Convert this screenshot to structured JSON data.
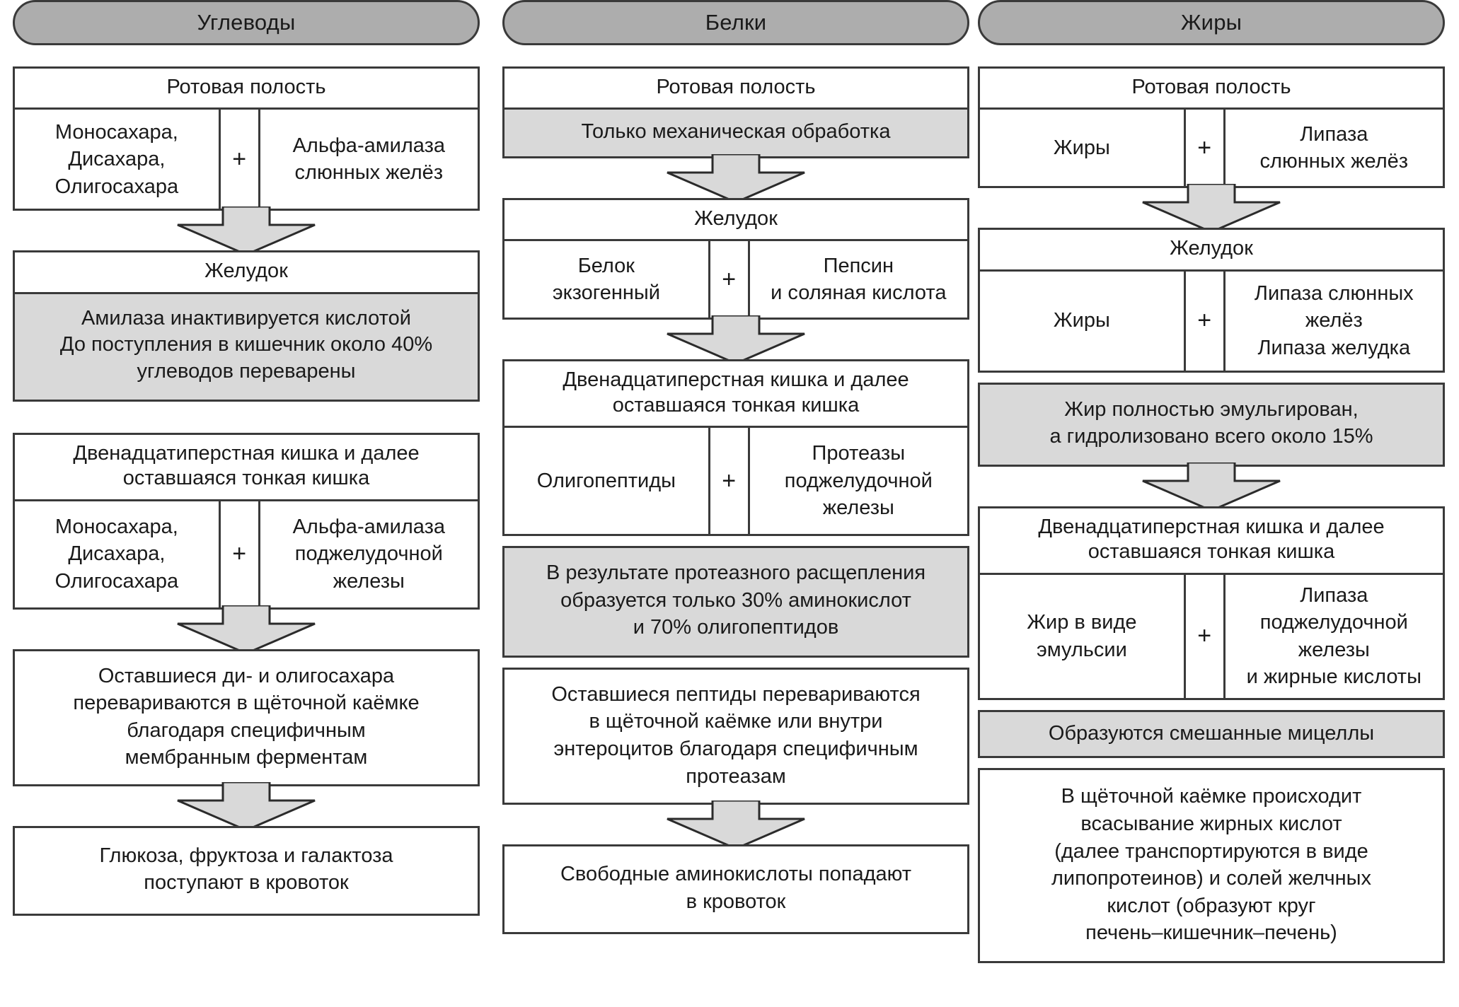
{
  "diagram": {
    "title_carbs": "Углеводы",
    "title_proteins": "Белки",
    "title_fats": "Жиры",
    "plus": "+",
    "arrow_icon": "down-block-arrow"
  },
  "carbs": {
    "mouth_header": "Ротовая полость",
    "mouth_substrate": "Моносахара,\nДисахара,\nОлигосахара",
    "mouth_enzyme": "Альфа-амилаза\nслюнных желёз",
    "stomach_header": "Желудок",
    "stomach_note": "Амилаза инактивируется кислотой\nДо поступления в кишечник около 40%\nуглеводов переварены",
    "intestine_header": "Двенадцатиперстная кишка и далее\nоставшаяся тонкая кишка",
    "intestine_substrate": "Моносахара,\nДисахара,\nОлигосахара",
    "intestine_enzyme": "Альфа-амилаза\nподжелудочной\nжелезы",
    "brush_border": "Оставшиеся ди- и олигосахара\nперевариваются в щёточной каёмке\nблагодаря специфичным\nмембранным ферментам",
    "final": "Глюкоза, фруктоза и галактоза\nпоступают в кровоток"
  },
  "proteins": {
    "mouth_header": "Ротовая полость",
    "mouth_note": "Только механическая обработка",
    "stomach_header": "Желудок",
    "stomach_substrate": "Белок\nэкзогенный",
    "stomach_enzyme": "Пепсин\nи соляная кислота",
    "intestine_header": "Двенадцатиперстная кишка и далее\nоставшаяся тонкая кишка",
    "intestine_substrate": "Олигопептиды",
    "intestine_enzyme": "Протеазы\nподжелудочной\nжелезы",
    "protease_note": "В результате протеазного расщепления\nобразуется только 30% аминокислот\nи 70% олигопептидов",
    "brush_border": "Оставшиеся пептиды перевариваются\nв щёточной каёмке или внутри\nэнтероцитов благодаря специфичным\nпротеазам",
    "final": "Свободные аминокислоты попадают\nв кровоток"
  },
  "fats": {
    "mouth_header": "Ротовая полость",
    "mouth_substrate": "Жиры",
    "mouth_enzyme": "Липаза\nслюнных желёз",
    "stomach_header": "Желудок",
    "stomach_substrate": "Жиры",
    "stomach_enzyme": "Липаза слюнных\nжелёз\nЛипаза желудка",
    "stomach_note": "Жир полностью эмульгирован,\nа гидролизовано всего около 15%",
    "intestine_header": "Двенадцатиперстная кишка и далее\nоставшаяся тонкая кишка",
    "intestine_substrate": "Жир в виде\nэмульсии",
    "intestine_enzyme": "Липаза\nподжелудочной\nжелезы\nи жирные кислоты",
    "micelles_note": "Образуются смешанные мицеллы",
    "final": "В щёточной каёмке происходит\nвсасывание жирных кислот\n(далее транспортируются в виде\nлипопротеинов) и солей желчных\nкислот (образуют круг\nпечень–кишечник–печень)"
  },
  "colors": {
    "pill_fill": "#adadad",
    "shaded_fill": "#d9d9d9",
    "stroke": "#3a3a3a",
    "text": "#1a1a1a"
  }
}
